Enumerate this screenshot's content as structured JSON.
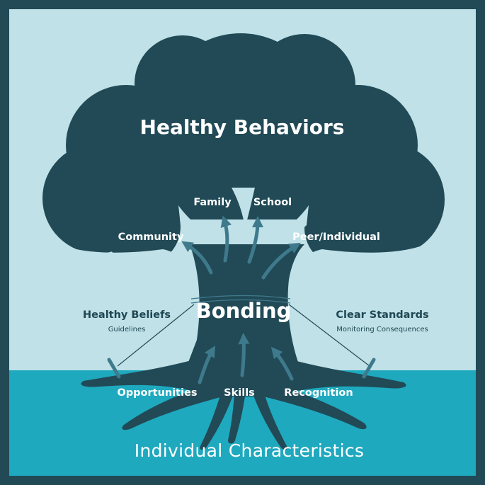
{
  "diagram": {
    "title": "Healthy Behaviors",
    "core": "Bonding",
    "foundation": "Individual Characteristics",
    "branches": [
      "Family",
      "School",
      "Community",
      "Peer/Individual"
    ],
    "roots": [
      "Opportunities",
      "Skills",
      "Recognition"
    ],
    "left_support": {
      "title": "Healthy Beliefs",
      "subtitle": "Guidelines"
    },
    "right_support": {
      "title": "Clear Standards",
      "subtitle": "Monitoring Consequences"
    }
  },
  "colors": {
    "frame": "#214a56",
    "sky": "#bfe1e7",
    "ground": "#1ea9bf",
    "tree": "#214a56",
    "arrow": "#3f7a8c"
  }
}
